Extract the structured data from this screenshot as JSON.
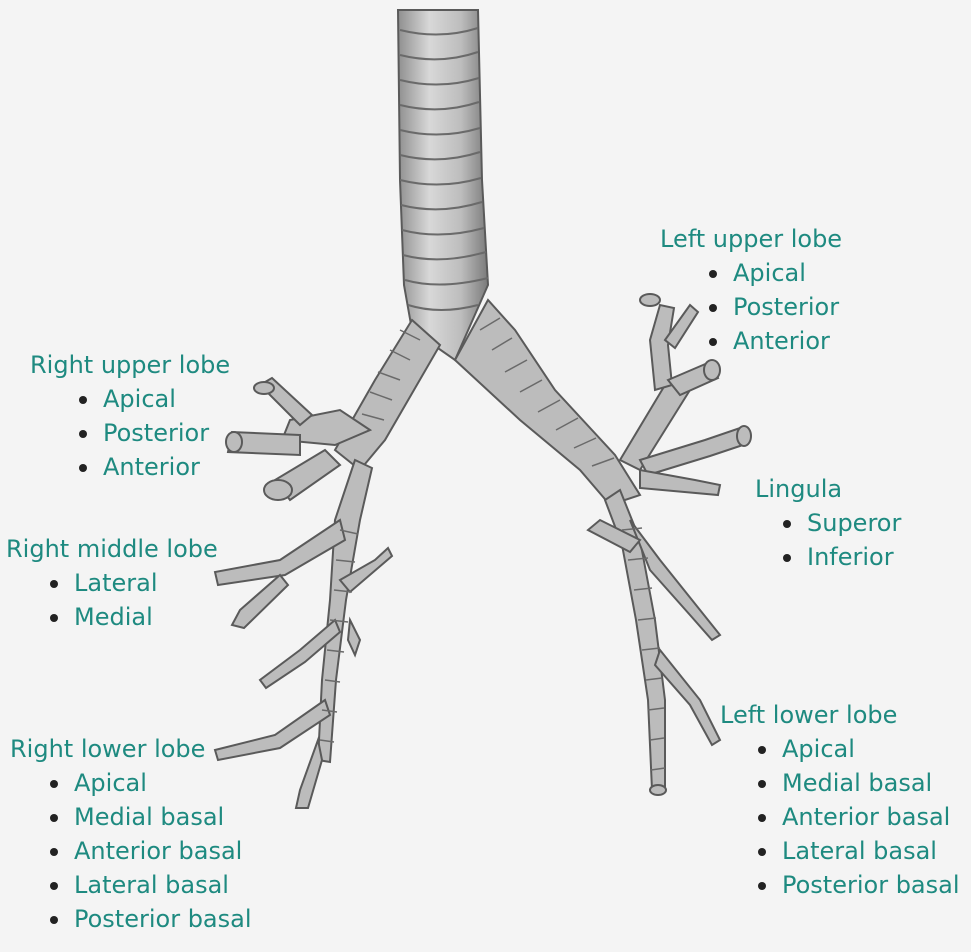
{
  "labels": {
    "left_upper_lobe": {
      "title": "Left upper lobe",
      "items": [
        "Apical",
        "Posterior",
        "Anterior"
      ]
    },
    "right_upper_lobe": {
      "title": "Right upper lobe",
      "items": [
        "Apical",
        "Posterior",
        "Anterior"
      ]
    },
    "lingula": {
      "title": "Lingula",
      "items": [
        "Superor",
        "Inferior"
      ]
    },
    "right_middle_lobe": {
      "title": "Right middle lobe",
      "items": [
        "Lateral",
        "Medial"
      ]
    },
    "left_lower_lobe": {
      "title": "Left lower lobe",
      "items": [
        "Apical",
        "Medial basal",
        "Anterior basal",
        "Lateral basal",
        "Posterior basal"
      ]
    },
    "right_lower_lobe": {
      "title": "Right lower lobe",
      "items": [
        "Apical",
        "Medial basal",
        "Anterior basal",
        "Lateral basal",
        "Posterior basal"
      ]
    }
  },
  "colors": {
    "label_text": "#1e8a80",
    "bullet": "#222222",
    "airway_fill": "#b8b8b8",
    "airway_stroke": "#5a5a5a",
    "background": "#f4f4f4"
  }
}
